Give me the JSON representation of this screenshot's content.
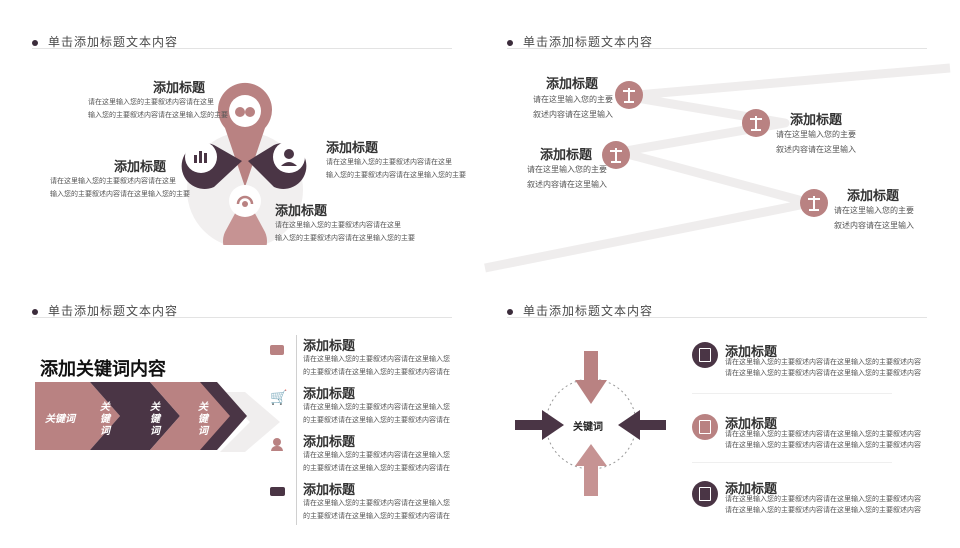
{
  "header_text": "单击添加标题文本内容",
  "q1": {
    "items": [
      {
        "title": "添加标题",
        "desc1": "请在这里输入您的主要叙述内容请在这里",
        "desc2": "输入您的主要叙述内容请在这里输入您的主要"
      },
      {
        "title": "添加标题",
        "desc1": "请在这里输入您的主要叙述内容请在这里",
        "desc2": "输入您的主要叙述内容请在这里输入您的主要"
      },
      {
        "title": "添加标题",
        "desc1": "请在这里输入您的主要叙述内容请在这里",
        "desc2": "输入您的主要叙述内容请在这里输入您的主要"
      },
      {
        "title": "添加标题",
        "desc1": "请在这里输入您的主要叙述内容请在这里",
        "desc2": "输入您的主要叙述内容请在这里输入您的主要"
      }
    ],
    "icons": [
      "binoculars-icon",
      "bar-chart-icon",
      "person-icon",
      "headset-icon"
    ]
  },
  "q2": {
    "items": [
      {
        "title": "添加标题",
        "desc1": "请在这里输入您的主要",
        "desc2": "叙述内容请在这里输入"
      },
      {
        "title": "添加标题",
        "desc1": "请在这里输入您的主要",
        "desc2": "叙述内容请在这里输入"
      },
      {
        "title": "添加标题",
        "desc1": "请在这里输入您的主要",
        "desc2": "叙述内容请在这里输入"
      },
      {
        "title": "添加标题",
        "desc1": "请在这里输入您的主要",
        "desc2": "叙述内容请在这里输入"
      }
    ],
    "icon": "scales-icon"
  },
  "q3": {
    "keyword_title": "添加关键词内容",
    "chevrons": [
      "关键词",
      "关键词",
      "关键词",
      "关键词"
    ],
    "items": [
      {
        "title": "添加标题",
        "desc1": "请在这里输入您的主要叙述内容请在这里输入您",
        "desc2": "的主要叙述请在这里输入您的主要叙述内容请在",
        "icon": "wallet-icon"
      },
      {
        "title": "添加标题",
        "desc1": "请在这里输入您的主要叙述内容请在这里输入您",
        "desc2": "的主要叙述请在这里输入您的主要叙述内容请在",
        "icon": "cart-icon"
      },
      {
        "title": "添加标题",
        "desc1": "请在这里输入您的主要叙述内容请在这里输入您",
        "desc2": "的主要叙述请在这里输入您的主要叙述内容请在",
        "icon": "user-money-icon"
      },
      {
        "title": "添加标题",
        "desc1": "请在这里输入您的主要叙述内容请在这里输入您",
        "desc2": "的主要叙述请在这里输入您的主要叙述内容请在",
        "icon": "hand-card-icon"
      }
    ]
  },
  "q4": {
    "center_label": "关键词",
    "items": [
      {
        "title": "添加标题",
        "desc1": "请在这里输入您的主要叙述内容请在这里输入您的主要叙述内容",
        "desc2": "请在这里输入您的主要叙述内容请在这里输入您的主要叙述内容"
      },
      {
        "title": "添加标题",
        "desc1": "请在这里输入您的主要叙述内容请在这里输入您的主要叙述内容",
        "desc2": "请在这里输入您的主要叙述内容请在这里输入您的主要叙述内容"
      },
      {
        "title": "添加标题",
        "desc1": "请在这里输入您的主要叙述内容请在这里输入您的主要叙述内容",
        "desc2": "请在这里输入您的主要叙述内容请在这里输入您的主要叙述内容"
      }
    ],
    "icon": "document-search-icon"
  },
  "colors": {
    "rose": "#b98282",
    "plum": "#4a3545",
    "light_gray": "#f0eeee",
    "text": "#333333"
  }
}
